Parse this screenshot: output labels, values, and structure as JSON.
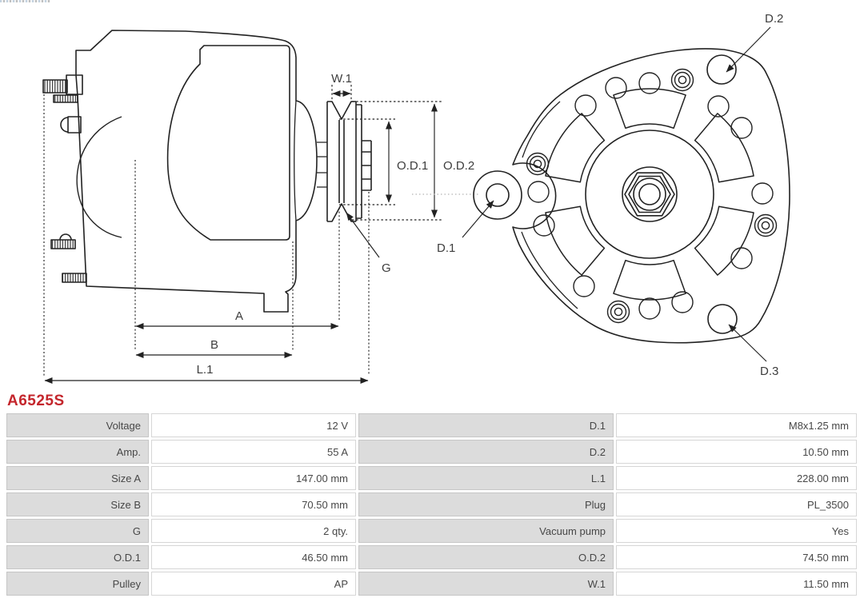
{
  "part_number": "A6525S",
  "decorations": {
    "top_strip": "page-edge-dashed-strip"
  },
  "colors": {
    "part_number_red": "#c4262c",
    "table_label_bg": "#dcdcdc",
    "table_border": "#c6c6c6",
    "drawing_line": "#222222",
    "dimension_text": "#3d3d3d"
  },
  "diagram_labels": {
    "w1": "W.1",
    "od1": "O.D.1",
    "od2": "O.D.2",
    "g": "G",
    "a": "A",
    "b": "B",
    "l1": "L.1",
    "d1": "D.1",
    "d2": "D.2",
    "d3": "D.3"
  },
  "spec_table": {
    "rows": [
      {
        "label_left": "Voltage",
        "value_left": "12 V",
        "label_right": "D.1",
        "value_right": "M8x1.25 mm"
      },
      {
        "label_left": "Amp.",
        "value_left": "55 A",
        "label_right": "D.2",
        "value_right": "10.50 mm"
      },
      {
        "label_left": "Size A",
        "value_left": "147.00 mm",
        "label_right": "L.1",
        "value_right": "228.00 mm"
      },
      {
        "label_left": "Size B",
        "value_left": "70.50 mm",
        "label_right": "Plug",
        "value_right": "PL_3500"
      },
      {
        "label_left": "G",
        "value_left": "2 qty.",
        "label_right": "Vacuum pump",
        "value_right": "Yes"
      },
      {
        "label_left": "O.D.1",
        "value_left": "46.50 mm",
        "label_right": "O.D.2",
        "value_right": "74.50 mm"
      },
      {
        "label_left": "Pulley",
        "value_left": "AP",
        "label_right": "W.1",
        "value_right": "11.50 mm"
      }
    ]
  }
}
